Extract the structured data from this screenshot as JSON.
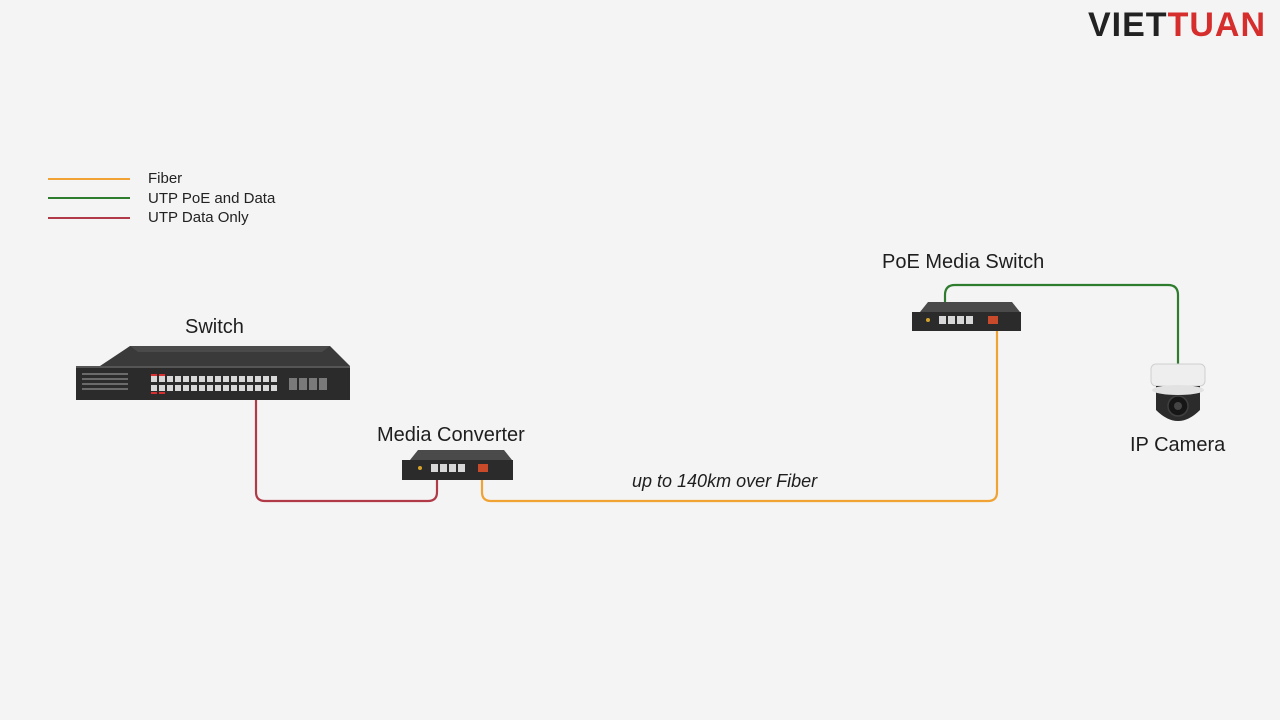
{
  "brand": {
    "part1": "VIET",
    "part2": "TUAN"
  },
  "legend": [
    {
      "label": "Fiber",
      "color": "#f0a233"
    },
    {
      "label": "UTP PoE and Data",
      "color": "#2e7d2e"
    },
    {
      "label": "UTP Data Only",
      "color": "#b03a48"
    }
  ],
  "nodes": {
    "switch": "Switch",
    "media_converter": "Media Converter",
    "poe_media_switch": "PoE Media Switch",
    "ip_camera": "IP Camera"
  },
  "fiber_note": "up to 140km over Fiber"
}
